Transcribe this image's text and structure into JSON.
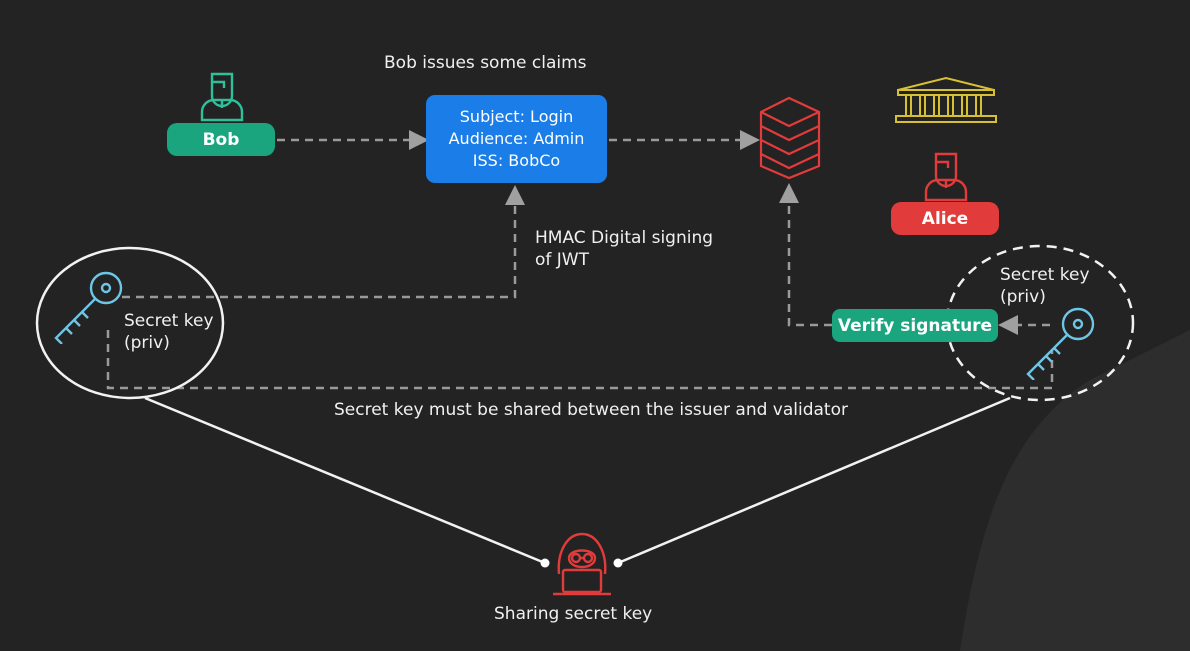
{
  "header": {
    "title": "Bob issues some claims"
  },
  "actors": {
    "bob": "Bob",
    "alice": "Alice"
  },
  "claims": {
    "subject": "Subject: Login",
    "audience": "Audience: Admin",
    "iss": "ISS: BobCo"
  },
  "signing_label": {
    "line1": "HMAC Digital signing",
    "line2": "of JWT"
  },
  "left_key": {
    "line1": "Secret key",
    "line2": "(priv)"
  },
  "right_key": {
    "line1": "Secret key",
    "line2": "(priv)"
  },
  "verify_button": "Verify signature",
  "shared_note": "Secret key must be shared between the issuer and validator",
  "attacker_label": "Sharing secret key",
  "colors": {
    "background": "#232323",
    "green": "#1aa57f",
    "blue": "#1a7de8",
    "red": "#e23b3b",
    "key": "#6ec6e6",
    "user_icon": "#2ec09a",
    "alice_icon": "#e23b3b",
    "database": "#e23b3b",
    "bank": "#d8c034",
    "dash": "#9a9a9a"
  },
  "icons": [
    "user-icon",
    "key-icon",
    "database-icon",
    "bank-icon",
    "hacker-icon"
  ]
}
